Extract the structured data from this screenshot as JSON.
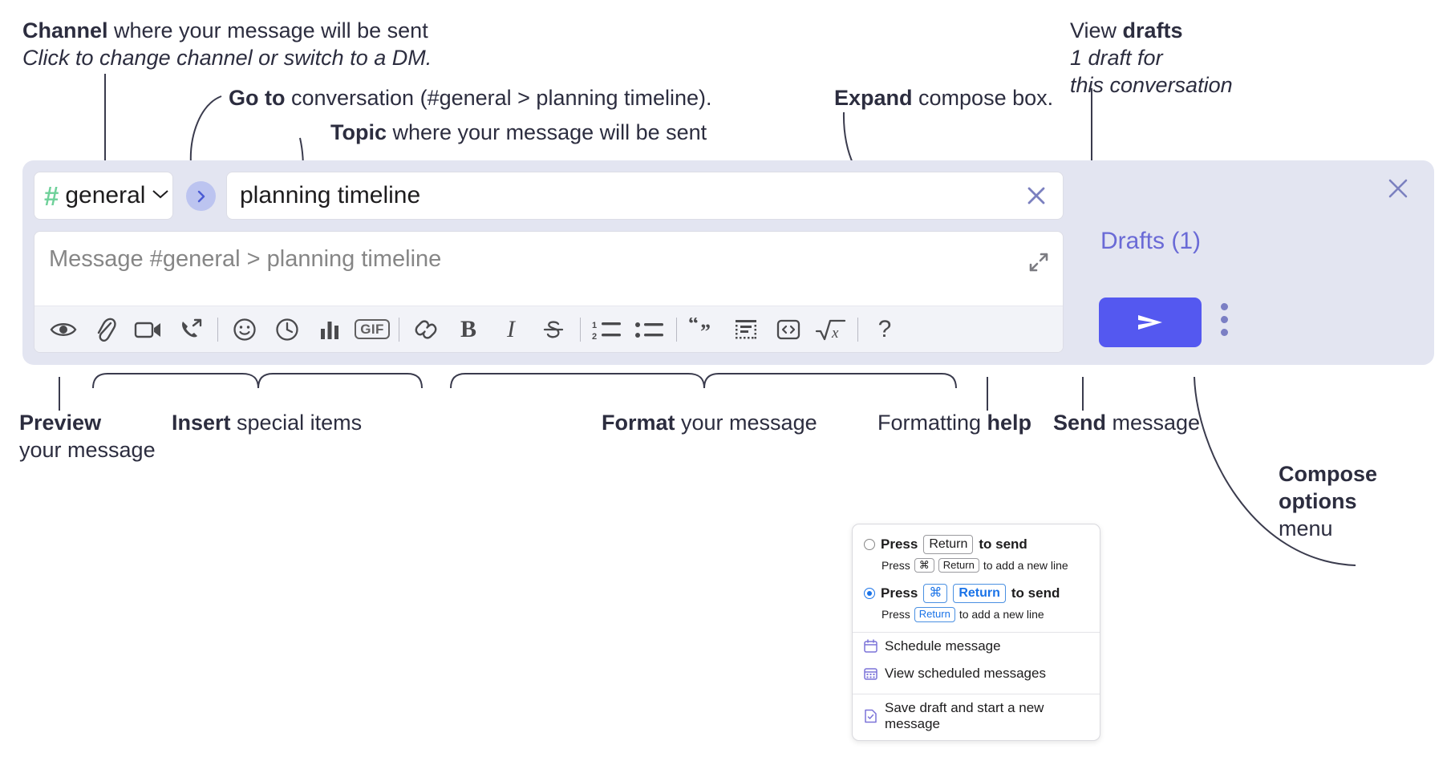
{
  "annotations": {
    "channel": {
      "bold": "Channel",
      "rest": " where your message will be sent",
      "italic": "Click to change channel or switch to a DM."
    },
    "goto": {
      "bold": "Go to",
      "rest": " conversation (#general > planning timeline)."
    },
    "topic": {
      "bold": "Topic",
      "rest": " where your message will be sent"
    },
    "expand": {
      "bold": "Expand",
      "rest": " compose box."
    },
    "drafts": {
      "plain": "View ",
      "bold": "drafts",
      "italic1": "1 draft for",
      "italic2": "this conversation"
    },
    "preview": {
      "bold": "Preview",
      "line2": "your message"
    },
    "insert": {
      "bold": "Insert",
      "rest": " special items"
    },
    "format": {
      "bold": "Format",
      "rest": " your message"
    },
    "help": {
      "plain": "Formatting ",
      "bold": "help"
    },
    "send": {
      "bold": "Send",
      "rest": " message"
    },
    "compose_options": {
      "bold1": "Compose",
      "bold2": "options",
      "plain": "menu"
    }
  },
  "compose": {
    "channel": {
      "hash": "#",
      "name": "general",
      "chevron": "chevron-down-icon"
    },
    "goto_button": "go-to-conversation-icon",
    "topic": {
      "value": "planning timeline",
      "clear": "clear-icon"
    },
    "message": {
      "placeholder": "Message #general > planning timeline",
      "expand": "expand-icon"
    },
    "toolbar": [
      {
        "id": "preview",
        "name": "eye-icon",
        "label": "Preview"
      },
      {
        "id": "attach",
        "name": "paperclip-icon",
        "label": "Attach file"
      },
      {
        "id": "video",
        "name": "video-camera-icon",
        "label": "Record video clip"
      },
      {
        "id": "audio",
        "name": "phone-forward-icon",
        "label": "Record audio clip"
      },
      {
        "id": "sep1",
        "name": "separator",
        "label": ""
      },
      {
        "id": "emoji",
        "name": "smiley-icon",
        "label": "Emoji"
      },
      {
        "id": "schedule",
        "name": "clock-icon",
        "label": "Schedule"
      },
      {
        "id": "poll",
        "name": "bar-chart-icon",
        "label": "Poll"
      },
      {
        "id": "gif",
        "name": "gif-icon",
        "label": "GIF"
      },
      {
        "id": "sep2",
        "name": "separator",
        "label": ""
      },
      {
        "id": "link",
        "name": "link-icon",
        "label": "Link"
      },
      {
        "id": "bold",
        "name": "bold-icon",
        "label": "B"
      },
      {
        "id": "italic",
        "name": "italic-icon",
        "label": "I"
      },
      {
        "id": "strike",
        "name": "strikethrough-icon",
        "label": "Strikethrough"
      },
      {
        "id": "sep3",
        "name": "separator",
        "label": ""
      },
      {
        "id": "ordered-list",
        "name": "ordered-list-icon",
        "label": "Ordered list"
      },
      {
        "id": "bullet-list",
        "name": "bulleted-list-icon",
        "label": "Bulleted list"
      },
      {
        "id": "sep4",
        "name": "separator",
        "label": ""
      },
      {
        "id": "blockquote",
        "name": "blockquote-icon",
        "label": "Blockquote"
      },
      {
        "id": "code-block",
        "name": "code-block-icon",
        "label": "Code block"
      },
      {
        "id": "code",
        "name": "code-icon",
        "label": "Code"
      },
      {
        "id": "math",
        "name": "math-icon",
        "label": "Math"
      },
      {
        "id": "sep5",
        "name": "separator",
        "label": ""
      },
      {
        "id": "help",
        "name": "question-mark-icon",
        "label": "?"
      }
    ]
  },
  "panel": {
    "close": "close-icon",
    "drafts_label": "Drafts (1)",
    "send": "send-icon",
    "kebab": "kebab-menu-icon"
  },
  "menu": {
    "options": [
      {
        "selected": false,
        "press": "Press",
        "keys": [
          "Return"
        ],
        "tail": "to send",
        "sub_press": "Press",
        "sub_keys": [
          "⌘",
          "Return"
        ],
        "sub_tail": "to add a new line"
      },
      {
        "selected": true,
        "press": "Press",
        "keys": [
          "⌘",
          "Return"
        ],
        "tail": "to send",
        "sub_press": "Press",
        "sub_keys": [
          "Return"
        ],
        "sub_tail": "to add a new line"
      }
    ],
    "items": [
      {
        "icon": "calendar-icon",
        "label": "Schedule message"
      },
      {
        "icon": "calendar-grid-icon",
        "label": "View scheduled messages"
      },
      {
        "icon": "save-draft-icon",
        "label": "Save draft and start a new message"
      }
    ]
  },
  "colors": {
    "accent": "#5458f0",
    "panel_bg": "#e3e5f1",
    "hash_green": "#6fd19a",
    "drafts_text": "#6a6ad6",
    "ink": "#2c2d3f"
  }
}
